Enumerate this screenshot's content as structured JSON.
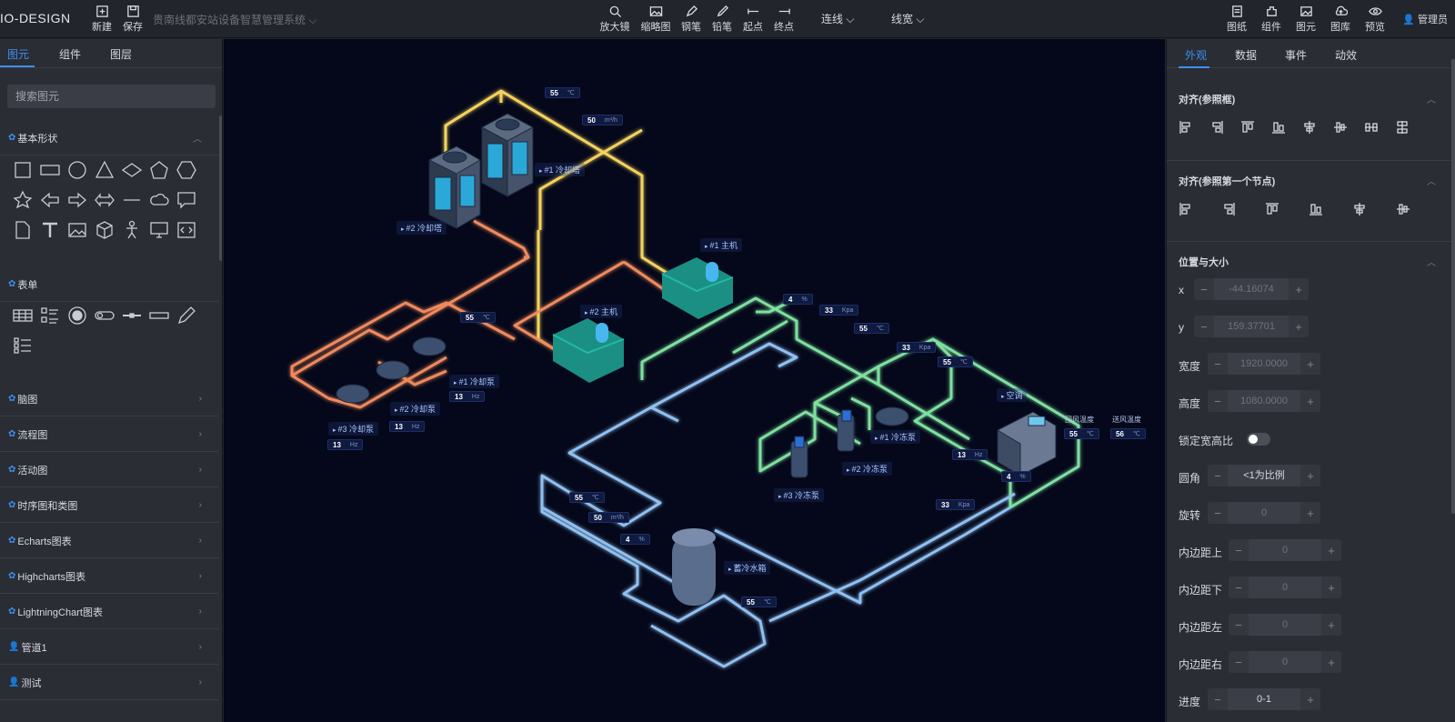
{
  "app": {
    "logo": "IO-DESIGN",
    "project_name": "贵南线都安站设备智慧管理系统"
  },
  "toolbar": {
    "left": [
      {
        "label": "新建",
        "icon": "new-file-icon"
      },
      {
        "label": "保存",
        "icon": "save-icon"
      }
    ],
    "center": [
      {
        "label": "放大镜",
        "icon": "magnifier-icon"
      },
      {
        "label": "缩略图",
        "icon": "thumbnail-icon"
      },
      {
        "label": "钢笔",
        "icon": "pen-icon"
      },
      {
        "label": "铅笔",
        "icon": "pencil-icon"
      },
      {
        "label": "起点",
        "icon": "start-point-icon"
      },
      {
        "label": "终点",
        "icon": "end-point-icon"
      }
    ],
    "dropdowns": {
      "line": "连线",
      "line_width": "线宽"
    },
    "right": [
      {
        "label": "图纸",
        "icon": "drawing-icon"
      },
      {
        "label": "组件",
        "icon": "component-icon"
      },
      {
        "label": "图元",
        "icon": "element-icon"
      },
      {
        "label": "图库",
        "icon": "gallery-icon"
      },
      {
        "label": "预览",
        "icon": "preview-icon"
      }
    ],
    "user": "管理员"
  },
  "left_panel": {
    "tabs": [
      "图元",
      "组件",
      "图层"
    ],
    "search_placeholder": "搜索图元",
    "sections": {
      "basic": "基本形状",
      "form": "表单",
      "collapsed": [
        "脑图",
        "流程图",
        "活动图",
        "时序图和类图",
        "Echarts图表",
        "Highcharts图表",
        "LightningChart图表",
        "管道1",
        "测试"
      ]
    }
  },
  "canvas": {
    "labels": {
      "tower1": "#1 冷却塔",
      "tower2": "#2 冷却塔",
      "host1": "#1 主机",
      "host2": "#2 主机",
      "cpump1": "#1 冷却泵",
      "cpump2": "#2 冷却泵",
      "cpump3": "#3 冷却泵",
      "fpump1": "#1 冷冻泵",
      "fpump2": "#2 冷冻泵",
      "fpump3": "#3 冷冻泵",
      "ac": "空调",
      "tank": "蓄冷水箱",
      "return_temp": "回风温度",
      "supply_temp": "送风温度"
    },
    "values": {
      "t1": {
        "v": "55",
        "u": "℃"
      },
      "f1": {
        "v": "50",
        "u": "m³/h"
      },
      "t2": {
        "v": "55",
        "u": "℃"
      },
      "hz1": {
        "v": "13",
        "u": "Hz"
      },
      "hz2": {
        "v": "13",
        "u": "Hz"
      },
      "hz3": {
        "v": "13",
        "u": "Hz"
      },
      "pct1": {
        "v": "4",
        "u": "%"
      },
      "kpa1": {
        "v": "33",
        "u": "Kpa"
      },
      "t3": {
        "v": "55",
        "u": "℃"
      },
      "kpa2": {
        "v": "33",
        "u": "Kpa"
      },
      "t4": {
        "v": "55",
        "u": "℃"
      },
      "hz4": {
        "v": "13",
        "u": "Hz"
      },
      "pct2": {
        "v": "4",
        "u": "%"
      },
      "rt": {
        "v": "55",
        "u": "℃"
      },
      "st": {
        "v": "56",
        "u": "℃"
      },
      "kpa3": {
        "v": "33",
        "u": "Kpa"
      },
      "t5": {
        "v": "55",
        "u": "℃"
      },
      "f2": {
        "v": "50",
        "u": "m³/h"
      },
      "pct3": {
        "v": "4",
        "u": "%"
      },
      "t6": {
        "v": "55",
        "u": "℃"
      }
    }
  },
  "right_panel": {
    "tabs": [
      "外观",
      "数据",
      "事件",
      "动效"
    ],
    "align_frame": "对齐(参照框)",
    "align_first": "对齐(参照第一个节点)",
    "pos_size": "位置与大小",
    "fields": {
      "x": {
        "label": "x",
        "value": "-44.16074"
      },
      "y": {
        "label": "y",
        "value": "159.37701"
      },
      "width": {
        "label": "宽度",
        "value": "1920.0000"
      },
      "height": {
        "label": "高度",
        "value": "1080.0000"
      },
      "lock_ratio": {
        "label": "锁定宽高比"
      },
      "radius": {
        "label": "圆角",
        "value": "<1为比例"
      },
      "rotate": {
        "label": "旋转",
        "value": "0"
      },
      "pad_top": {
        "label": "内边距上",
        "value": "0"
      },
      "pad_bottom": {
        "label": "内边距下",
        "value": "0"
      },
      "pad_left": {
        "label": "内边距左",
        "value": "0"
      },
      "pad_right": {
        "label": "内边距右",
        "value": "0"
      },
      "progress": {
        "label": "进度",
        "value": "0-1"
      }
    }
  }
}
